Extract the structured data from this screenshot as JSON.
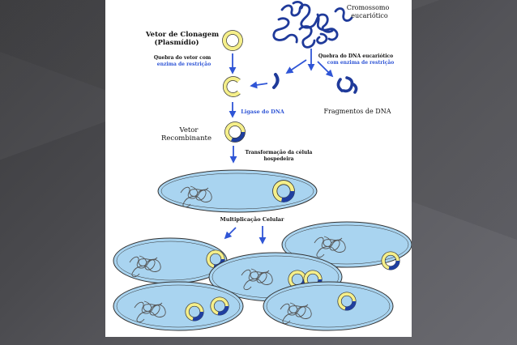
{
  "labels": {
    "cromossomo_line1": "Cromossomo",
    "cromossomo_line2": "eucariótico",
    "vetor_clonagem_line1": "Vetor de Clonagem",
    "vetor_clonagem_line2": "(Plasmídio)",
    "quebra_vetor_line1": "Quebra do vetor com",
    "quebra_vetor_line2": "enzima de restrição",
    "quebra_dna_line1": "Quebra do DNA eucariótico",
    "quebra_dna_line2": "com enzima de restrição",
    "ligase": "Ligase do DNA",
    "fragmentos": "Fragmentos de DNA",
    "vetor_recombinante_line1": "Vetor",
    "vetor_recombinante_line2": "Recombinante",
    "transformacao_line1": "Transformação da célula",
    "transformacao_line2": "hospedeira",
    "multiplicacao": "Multiplicação Celular"
  },
  "colors": {
    "plasmid": "#f5ef8a",
    "insert": "#1f3fa0",
    "cell_fill": "#a9d4f0",
    "arrow": "#2f55d6",
    "chromosome": "#1f3a9a",
    "page_bg": "#4a4a4e"
  }
}
